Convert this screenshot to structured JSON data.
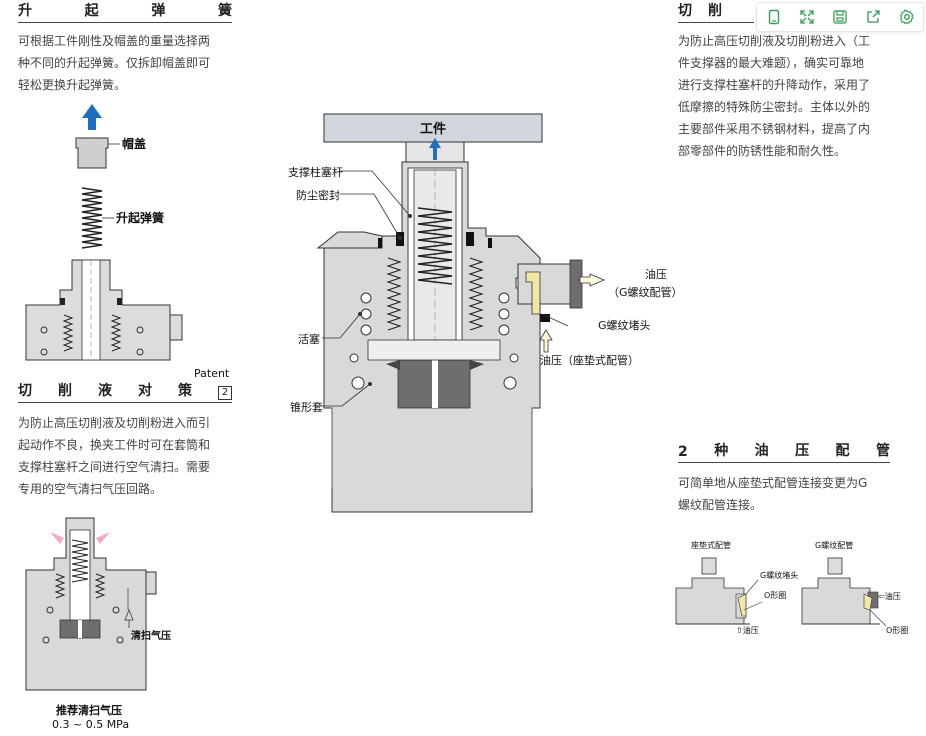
{
  "sections": {
    "lift_spring": {
      "title_chars": [
        "升",
        "起",
        "弹",
        "簧"
      ],
      "lines": [
        "可根据工件刚性及帽盖的重量选择两",
        "种不同的升起弹簧。仅拆卸帽盖即可",
        "轻松更换升起弹簧。"
      ],
      "label_cap": "帽盖",
      "label_spring": "升起弹簧"
    },
    "coolant": {
      "patent": "Patent",
      "patent_num": "2",
      "title_chars": [
        "切",
        "削",
        "液",
        "对",
        "策"
      ],
      "lines": [
        "为防止高压切削液及切削粉进入而引",
        "起动作不良，换夹工件时可在套筒和",
        "支撑柱塞杆之间进行空气清扫。需要",
        "专用的空气清扫气压回路。"
      ],
      "label_purge": "清扫气压",
      "label_recommend": "推荐清扫气压",
      "label_pressure": "0.3 ~ 0.5 MPa"
    },
    "main_figure": {
      "workpiece": "工件",
      "plunger": "支撑柱塞杆",
      "dust_seal": "防尘密封",
      "piston": "活塞",
      "cone_sleeve": "锥形套",
      "oil_g": "油压",
      "oil_g2": "（G螺纹配管）",
      "g_plug": "G螺纹堵头",
      "oil_pad": "油压（座垫式配管）"
    },
    "cutting": {
      "title_chars": [
        "切",
        "削"
      ],
      "lines": [
        "为防止高压切削液及切削粉进入（工",
        "件支撑器的最大难题），确实可靠地",
        "进行支撑柱塞杆的升降动作，采用了",
        "低摩擦的特殊防尘密封。主体以外的",
        "主要部件采用不锈钢材料，提高了内",
        "部零部件的防锈性能和耐久性。"
      ]
    },
    "piping": {
      "title_chars": [
        "2",
        "种",
        "油",
        "压",
        "配",
        "管"
      ],
      "lines": [
        "可简单地从座垫式配管连接变更为G",
        "螺纹配管连接。"
      ],
      "pad_title": "座垫式配管",
      "g_title": "G螺纹配管",
      "g_plug": "G螺纹堵头",
      "oring": "O形圈",
      "oil": "油压",
      "oil_arrow": "⇧油压",
      "oil_right": "⇦油压",
      "oring2": "O形圈"
    }
  },
  "toolbar": {
    "icons": [
      "page-icon",
      "fullscreen-icon",
      "save-icon",
      "share-icon",
      "settings-icon"
    ]
  },
  "colors": {
    "accent": "#2ba24c",
    "blue_arrow": "#1f6fc0",
    "body_gray": "#d9d9d9",
    "dark_gray": "#6e6e6e",
    "workpiece": "#d0d6dc",
    "yellow": "#f3e6a3"
  }
}
